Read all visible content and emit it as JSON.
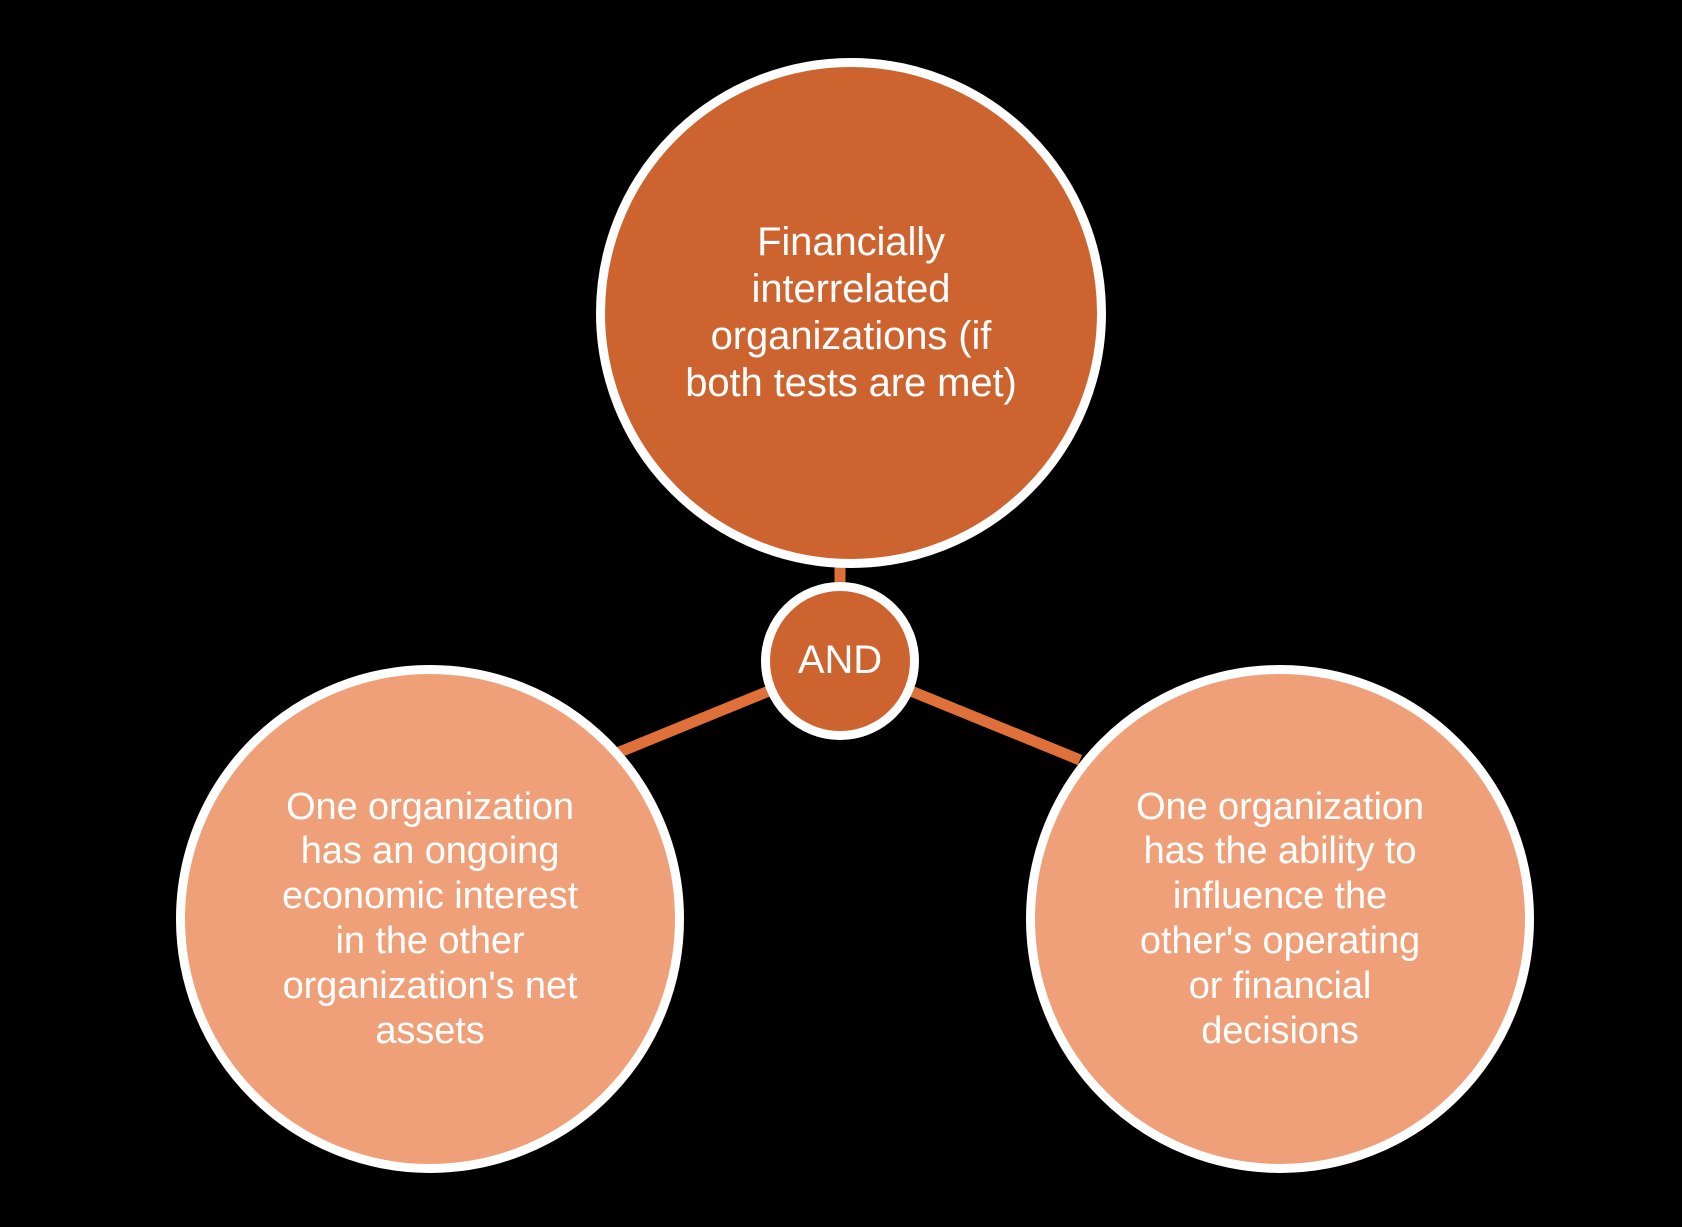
{
  "diagram": {
    "type": "venn-hub-and-spoke-logic-diagram",
    "background_color": "#000000",
    "colors": {
      "primary_fill": "#CD6430",
      "secondary_fill": "#F0A078",
      "outline": "#FFFFFF",
      "connector": "#E0703A",
      "text": "#FFFFFF"
    },
    "nodes": {
      "top": {
        "id": "financially-interrelated-organizations",
        "label": "Financially\ninterrelated\norganizations (if\nboth tests are met)",
        "fill": "#CD6430",
        "role": "conclusion"
      },
      "center": {
        "id": "and-operator",
        "label": "AND",
        "fill": "#CD6430",
        "role": "logical-operator"
      },
      "left": {
        "id": "ongoing-economic-interest-test",
        "label": "One organization\nhas an ongoing\neconomic interest\nin the other\norganization's net\nassets",
        "fill": "#F0A078",
        "role": "test-condition"
      },
      "right": {
        "id": "ability-to-influence-test",
        "label": "One organization\nhas the ability to\ninfluence the\nother's operating\nor financial\ndecisions",
        "fill": "#F0A078",
        "role": "test-condition"
      }
    },
    "connectors": [
      {
        "id": "and-to-top",
        "from": "center",
        "to": "top",
        "color": "#E0703A"
      },
      {
        "id": "and-to-left",
        "from": "center",
        "to": "left",
        "color": "#E0703A"
      },
      {
        "id": "and-to-right",
        "from": "center",
        "to": "right",
        "color": "#E0703A"
      }
    ]
  }
}
